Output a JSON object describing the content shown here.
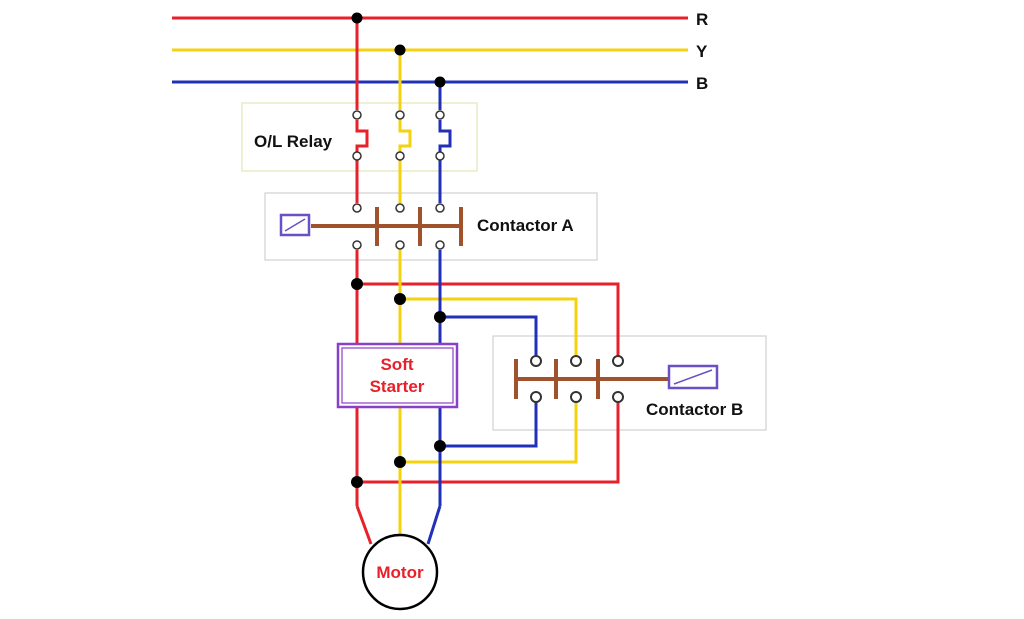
{
  "phases": {
    "r_label": "R",
    "y_label": "Y",
    "b_label": "B"
  },
  "components": {
    "ol_relay_label": "O/L Relay",
    "contactor_a_label": "Contactor A",
    "contactor_b_label": "Contactor B",
    "soft_starter_line1": "Soft",
    "soft_starter_line2": "Starter",
    "motor_label": "Motor"
  },
  "colors": {
    "phase_r": "#e8202a",
    "phase_y": "#f5d20f",
    "phase_b": "#2230b8",
    "contact_bar": "#a0522d",
    "coil": "#6b4fc4",
    "soft_starter_border": "#8a3fc9",
    "soft_starter_text": "#e8202a",
    "motor_text": "#e8202a"
  }
}
